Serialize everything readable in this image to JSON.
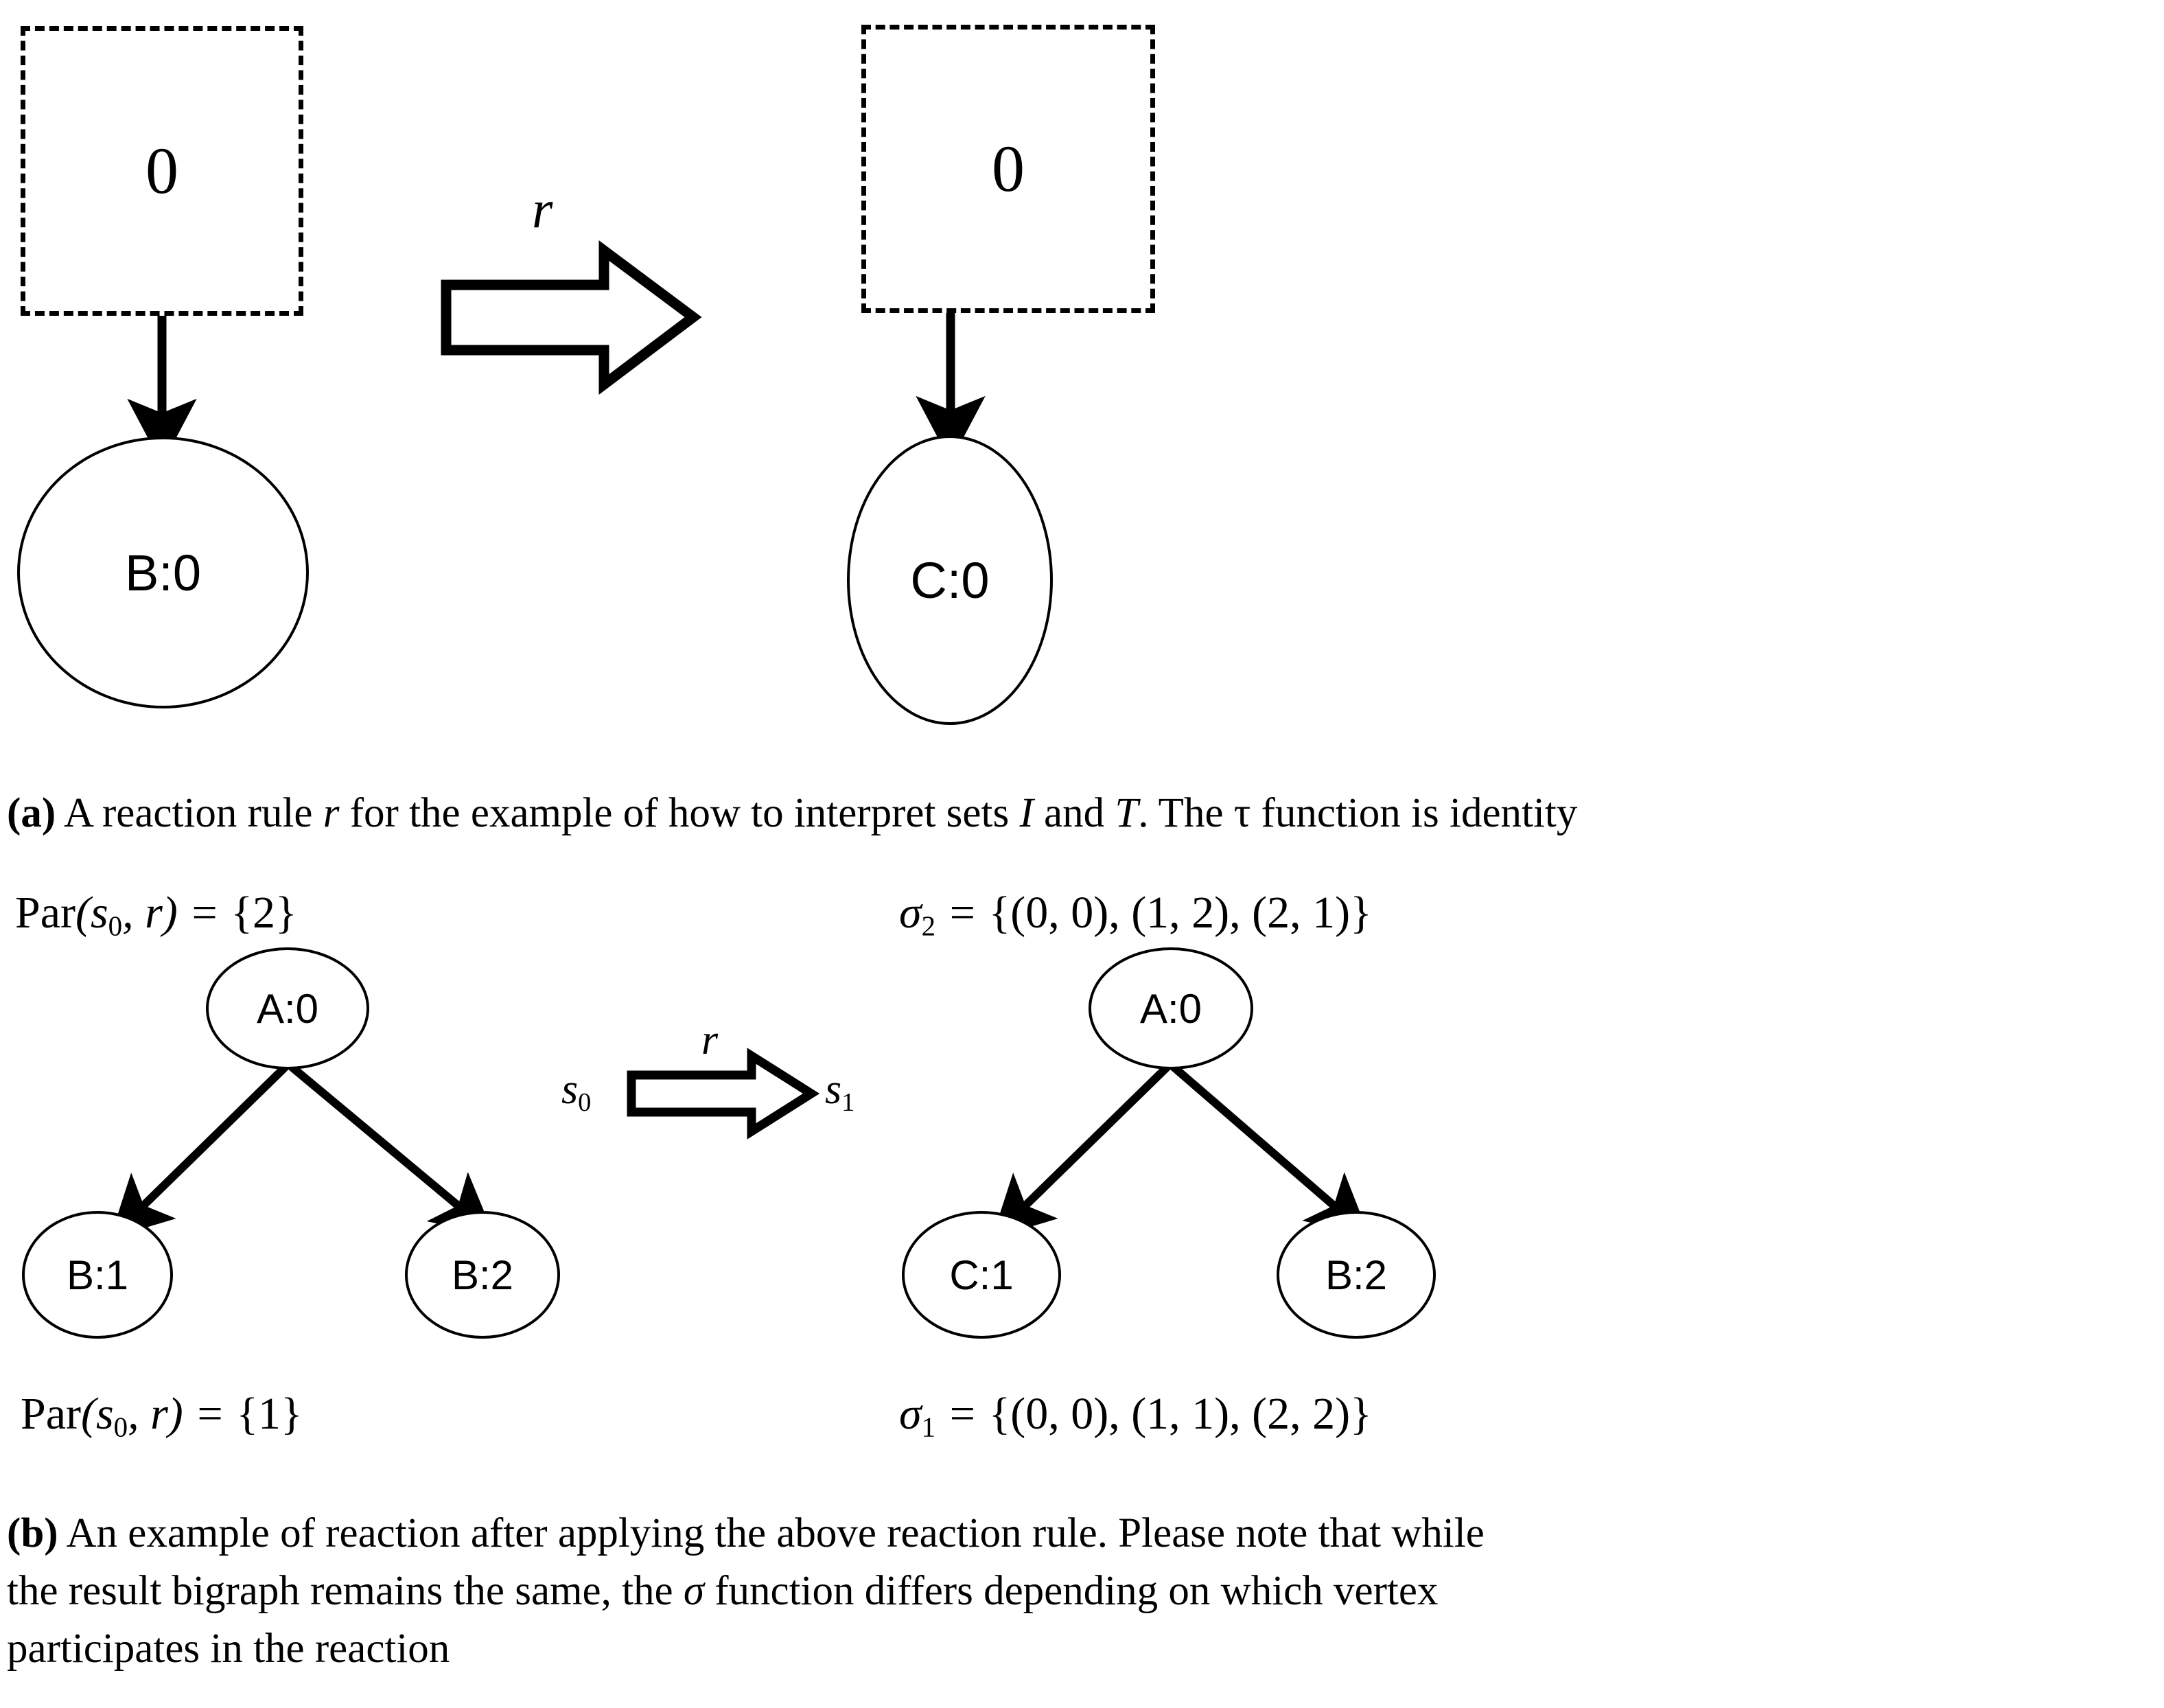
{
  "figure": {
    "panels": [
      {
        "id": "a",
        "label": "(a)",
        "caption_prefix": "(a)",
        "caption_text": " A reaction rule ",
        "caption_r": "r",
        "caption_mid": " for the example of how to interpret sets ",
        "caption_I": "I",
        "caption_and": " and ",
        "caption_T": "T",
        "caption_end": ". The τ function is identity",
        "redex": {
          "site_label": "0",
          "node_label": "B:0"
        },
        "reactum": {
          "site_label": "0",
          "node_label": "C:0"
        },
        "rule_arrow_label": "r"
      },
      {
        "id": "b",
        "label": "(b)",
        "caption_prefix": "(b)",
        "caption_line1": " An example of reaction after applying the above reaction rule. Please note that while",
        "caption_line2_a": "the result bigraph remains the same, the ",
        "caption_sigma": "σ",
        "caption_line2_b": " function differs depending on which vertex",
        "caption_line3": "participates in the reaction",
        "left": {
          "top_formula": {
            "fn": "Par",
            "arg1": "s",
            "arg1_sub": "0",
            "arg2": "r",
            "result": "{2}",
            "full": "Par(s0, r) = {2}"
          },
          "bottom_formula": {
            "fn": "Par",
            "arg1": "s",
            "arg1_sub": "0",
            "arg2": "r",
            "result": "{1}",
            "full": "Par(s0, r) = {1}"
          },
          "nodes": [
            {
              "id": "root",
              "label": "A:0"
            },
            {
              "id": "child-left",
              "label": "B:1"
            },
            {
              "id": "child-right",
              "label": "B:2"
            }
          ],
          "state_label": "s",
          "state_label_sub": "0"
        },
        "right": {
          "top_formula": {
            "name": "σ",
            "name_sub": "2",
            "result": "{(0, 0), (1, 2), (2, 1)}",
            "full": "σ2 = {(0,0), (1,2), (2,1)}"
          },
          "bottom_formula": {
            "name": "σ",
            "name_sub": "1",
            "result": "{(0, 0), (1, 1), (2, 2)}",
            "full": "σ1 = {(0,0), (1,1), (2,2)}"
          },
          "nodes": [
            {
              "id": "root",
              "label": "A:0"
            },
            {
              "id": "child-left",
              "label": "C:1"
            },
            {
              "id": "child-right",
              "label": "B:2"
            }
          ],
          "state_label": "s",
          "state_label_sub": "1"
        },
        "reaction_arrow_label": "r"
      }
    ]
  },
  "colors": {
    "stroke": "#000000",
    "background": "#ffffff"
  }
}
